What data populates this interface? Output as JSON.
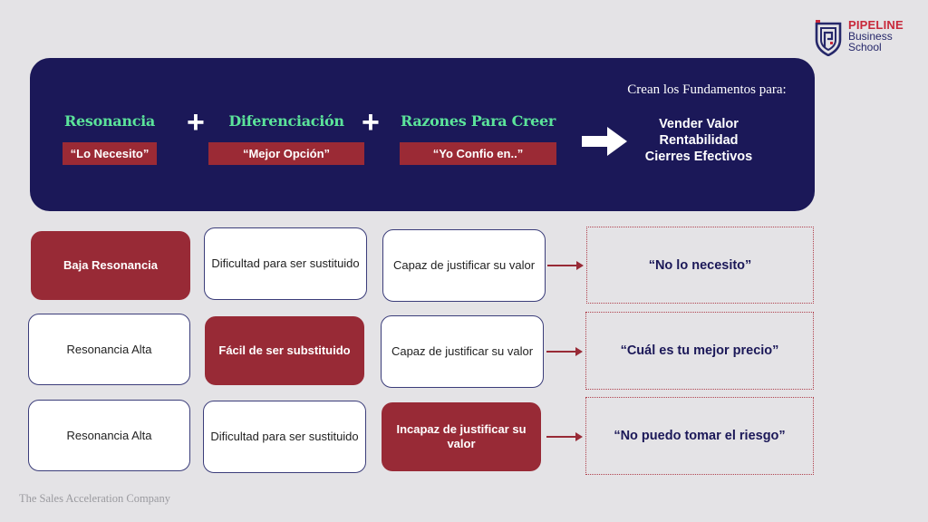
{
  "logo": {
    "icon": "shield-pipeline-icon",
    "line1": "PIPELINE",
    "line2": "Business",
    "line3": "School",
    "colors": {
      "red": "#c8283a",
      "navy": "#26286a"
    }
  },
  "banner": {
    "background": "#1b1858",
    "pillars": [
      {
        "title": "Resonancia",
        "tag": "“Lo Necesito”"
      },
      {
        "title": "Diferenciación",
        "tag": "“Mejor Opción”"
      },
      {
        "title": "Razones Para Creer",
        "tag": "“Yo Confio en..”"
      }
    ],
    "operator": "+",
    "arrow_icon": "right-arrow-icon",
    "foundations_title": "Crean los Fundamentos para:",
    "foundations": [
      "Vender Valor",
      "Rentabilidad",
      "Cierres Efectivos"
    ],
    "colors": {
      "title": "#5be39a",
      "tag_bg": "#9b2a35"
    }
  },
  "rows": [
    {
      "cells": [
        {
          "text": "Baja Resonancia",
          "style": "red"
        },
        {
          "text": "Dificultad para ser sustituido",
          "style": "white"
        },
        {
          "text": "Capaz de justificar su valor",
          "style": "white"
        }
      ],
      "result": "“No lo necesito”"
    },
    {
      "cells": [
        {
          "text": "Resonancia Alta",
          "style": "white"
        },
        {
          "text": "Fácil de ser substituido",
          "style": "red"
        },
        {
          "text": "Capaz de justificar su valor",
          "style": "white"
        }
      ],
      "result": "“Cuál es tu mejor precio”"
    },
    {
      "cells": [
        {
          "text": "Resonancia Alta",
          "style": "white"
        },
        {
          "text": "Dificultad para ser sustituido",
          "style": "white"
        },
        {
          "text": "Incapaz de justificar su valor",
          "style": "red"
        }
      ],
      "result": "“No puedo tomar el riesgo”"
    }
  ],
  "colors": {
    "negative": "#982a36",
    "outline": "#3b3d7a",
    "result_text": "#1b1858",
    "background": "#e4e3e6"
  },
  "footer": "The Sales Acceleration Company"
}
